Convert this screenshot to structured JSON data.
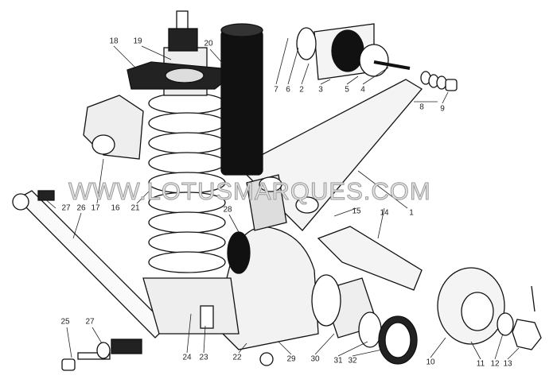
{
  "watermark": "WWW.LOTUSMARQUES.COM",
  "part_labels": [
    "18",
    "19",
    "20",
    "7",
    "6",
    "2",
    "3",
    "5",
    "4",
    "8",
    "9",
    "1",
    "14",
    "15",
    "28",
    "27",
    "26",
    "17",
    "16",
    "21",
    "25",
    "27",
    "24",
    "23",
    "22",
    "29",
    "30",
    "31",
    "32",
    "10",
    "11",
    "12",
    "13"
  ]
}
